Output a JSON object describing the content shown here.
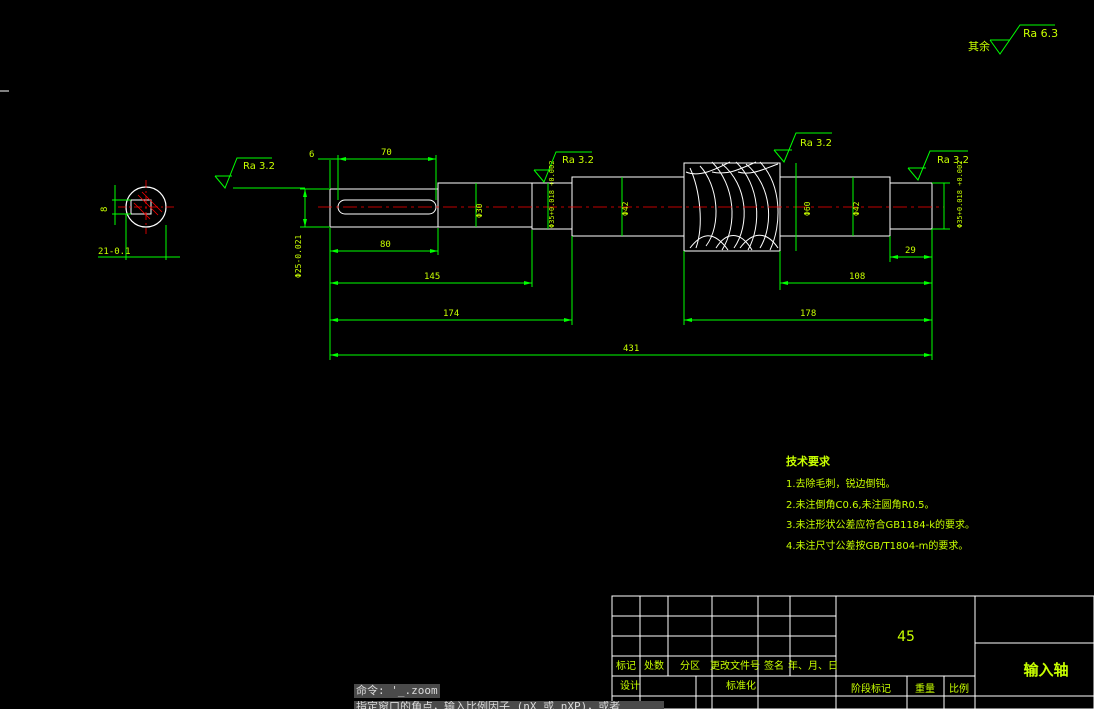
{
  "roughness_general": {
    "prefix": "其余",
    "value": "Ra 6.3"
  },
  "roughness": {
    "left": "Ra 3.2",
    "mid": "Ra 3.2",
    "worm": "Ra 3.2",
    "right": "Ra 3.2"
  },
  "section_view": {
    "dim_key_width": "8",
    "dim_depth": "21-0.1"
  },
  "dimensions": {
    "keyway_offset": "6",
    "keyway_length": "70",
    "end_length": "80",
    "end_diameter": "Φ25-0.021",
    "d30": "Φ30",
    "d35_left": "Φ35+0.018 +0.002",
    "d42_left": "Φ42",
    "d60": "Φ60",
    "d42_right": "Φ42",
    "d35_right": "Φ35+0.018 +0.002",
    "len_145": "145",
    "len_174": "174",
    "len_178": "178",
    "len_108": "108",
    "len_29": "29",
    "len_431": "431"
  },
  "tech_requirements": {
    "title": "技术要求",
    "items": [
      "1.去除毛刺，锐边倒钝。",
      "2.未注倒角C0.6,未注圆角R0.5。",
      "3.未注形状公差应符合GB1184-k的要求。",
      "4.未注尺寸公差按GB/T1804-m的要求。"
    ]
  },
  "title_block": {
    "material": "45",
    "part_name": "输入轴",
    "headers": [
      "标记",
      "处数",
      "分区",
      "更改文件号",
      "签名",
      "年、月、日"
    ],
    "design": "设计",
    "standard": "标准化",
    "stage_mark": "阶段标记",
    "weight": "重量",
    "scale": "比例"
  },
  "command_line": {
    "line1": "命令: '_.zoom",
    "line2": "指定窗口的角点，输入比例因子 (nX 或 nXP)，或者"
  },
  "colors": {
    "background": "#000000",
    "dimension": "#00ff00",
    "text": "#c8ff00",
    "outline": "#ffffff",
    "centerline": "#ff0000"
  }
}
